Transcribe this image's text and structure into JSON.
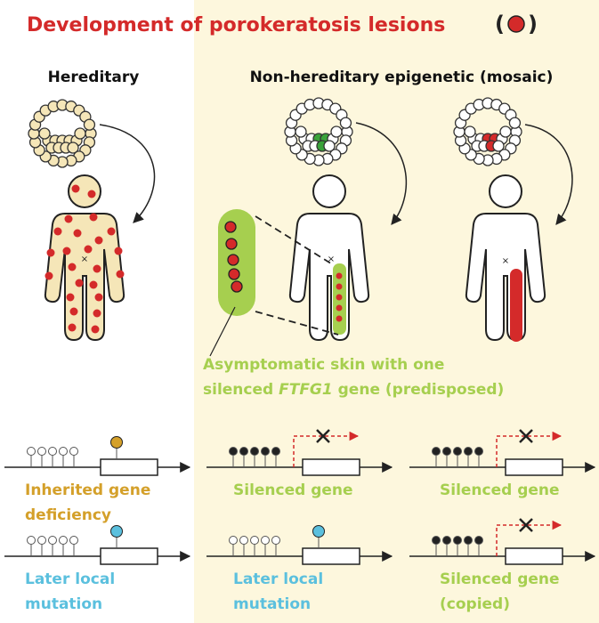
{
  "title": "Development of porokeratosis lesions",
  "title_symbol_open": "(",
  "title_symbol_close": ")",
  "colors": {
    "title": "#d42a2a",
    "lesion": "#d42a2a",
    "hereditary_bg": "#ffffff",
    "mosaic_bg": "#fdf7dd",
    "body_fill_hereditary": "#f5e6b8",
    "predisposed_green": "#a6cf4f",
    "mutation_dot_green": "#3aa33a",
    "inherited_label": "#d4a02a",
    "silenced_label": "#a6cf4f",
    "local_mutation_label": "#5bc0de",
    "arrow": "#222222",
    "blocked_arrow": "#d42a2a"
  },
  "headers": {
    "hereditary": "Hereditary",
    "mosaic": "Non-hereditary epigenetic (mosaic)"
  },
  "predisposed_caption": {
    "line1": "Asymptomatic skin with one",
    "line2_pre": "silenced ",
    "line2_gene": "FTFG1",
    "line2_post": " gene (predisposed)"
  },
  "gene_panels": {
    "inherited_line1": "Inherited gene",
    "inherited_line2": "deficiency",
    "later_line1": "Later local",
    "later_line2": "mutation",
    "silenced": "Silenced gene",
    "silenced_copied_line1": "Silenced gene",
    "silenced_copied_line2": "(copied)"
  },
  "icons": [
    "embryo-icon",
    "person-icon",
    "lesion-dot-icon",
    "blocked-transcription-icon",
    "methylation-lollipop-icon"
  ]
}
